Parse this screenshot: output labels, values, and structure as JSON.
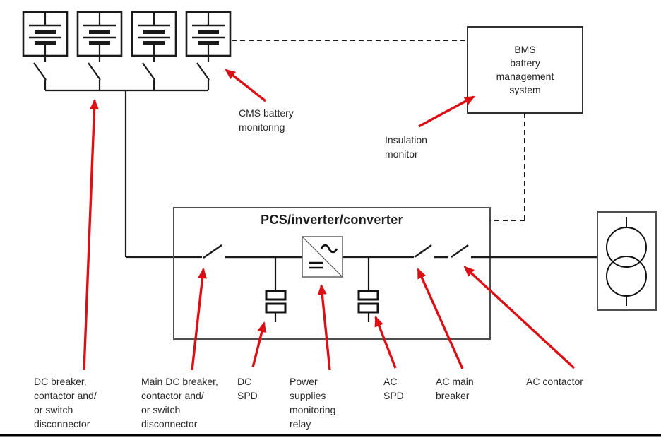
{
  "diagram": {
    "pcs_box": {
      "title": "PCS/inverter/converter"
    },
    "bms_box": {
      "label": "BMS\nbattery\nmanagement\nsystem"
    },
    "callouts": {
      "cms": "CMS battery\nmonitoring",
      "insulation": "Insulation\nmonitor",
      "dc_breaker": "DC breaker,\ncontactor and/\nor switch\ndisconnector",
      "main_dc_breaker": "Main DC breaker,\ncontactor and/\nor switch\ndisconnector",
      "dc_spd": "DC\nSPD",
      "power_relay": "Power\nsupplies\nmonitoring\nrelay",
      "ac_spd": "AC\nSPD",
      "ac_main_breaker": "AC main\nbreaker",
      "ac_contactor": "AC contactor"
    },
    "icons": {
      "battery_module": "battery-module-icon",
      "disconnect_switch": "disconnect-switch-icon",
      "breaker_switch": "breaker-switch-icon",
      "surge_protector": "spd-icon",
      "inverter": "dc-ac-inverter-icon",
      "transformer": "transformer-icon"
    },
    "colors": {
      "arrow_red": "#dc0f14",
      "line_black": "#1a1a1a",
      "box_gray": "#4f4f4f",
      "text": "#282828"
    }
  }
}
